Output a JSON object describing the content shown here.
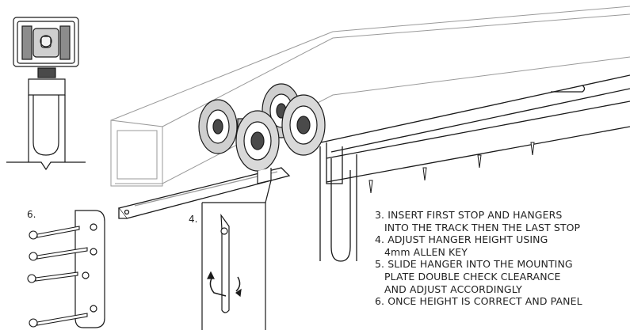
{
  "labels": {
    "screws_step": "6.",
    "allen_key_step": "4."
  },
  "instructions": [
    "3. INSERT FIRST STOP AND HANGERS",
    "INTO THE TRACK THEN THE LAST STOP",
    "4. ADJUST HANGER HEIGHT USING",
    "4mm ALLEN KEY",
    "5. SLIDE HANGER INTO THE MOUNTING",
    "PLATE DOUBLE CHECK CLEARANCE",
    "AND ADJUST ACCORDINGLY",
    "6. ONCE HEIGHT IS CORRECT AND PANEL"
  ],
  "colors": {
    "line": "#1a1a1a",
    "light_line": "#9a9a9a",
    "metal_gray": "#8c8c8c",
    "dark_gray": "#4a4a4a"
  }
}
